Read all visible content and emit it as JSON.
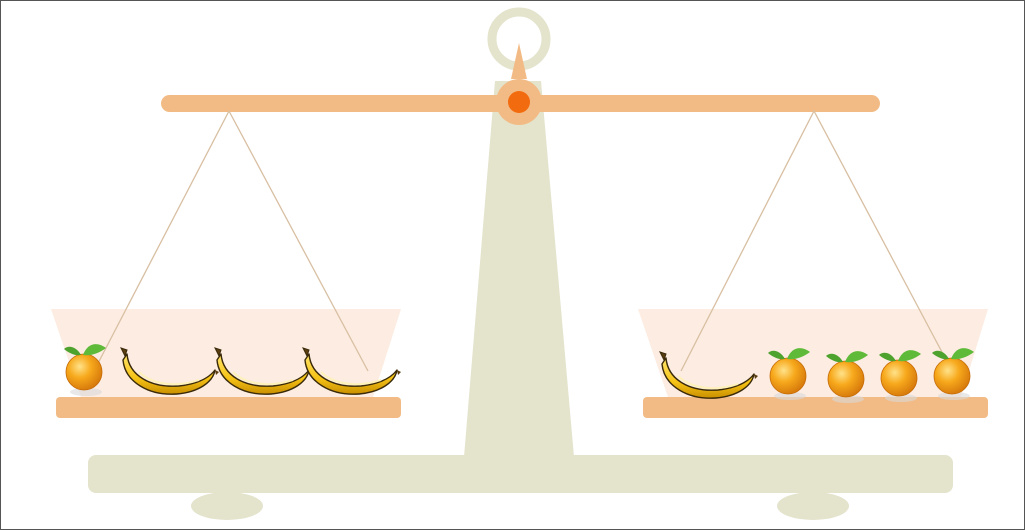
{
  "scene": {
    "type": "balance-scale",
    "colors": {
      "stand": "#e4e3cc",
      "beam": "#f2bb85",
      "pivot": "#f26b0f",
      "basket": "#fce9dc",
      "rope": "#d8bfa2",
      "orange": "#f5a623",
      "leaf": "#5fba3a",
      "banana": "#f5c518"
    },
    "left_pan": {
      "items": [
        "orange",
        "banana",
        "banana",
        "banana"
      ]
    },
    "right_pan": {
      "items": [
        "banana",
        "orange",
        "orange",
        "orange",
        "orange"
      ]
    }
  }
}
